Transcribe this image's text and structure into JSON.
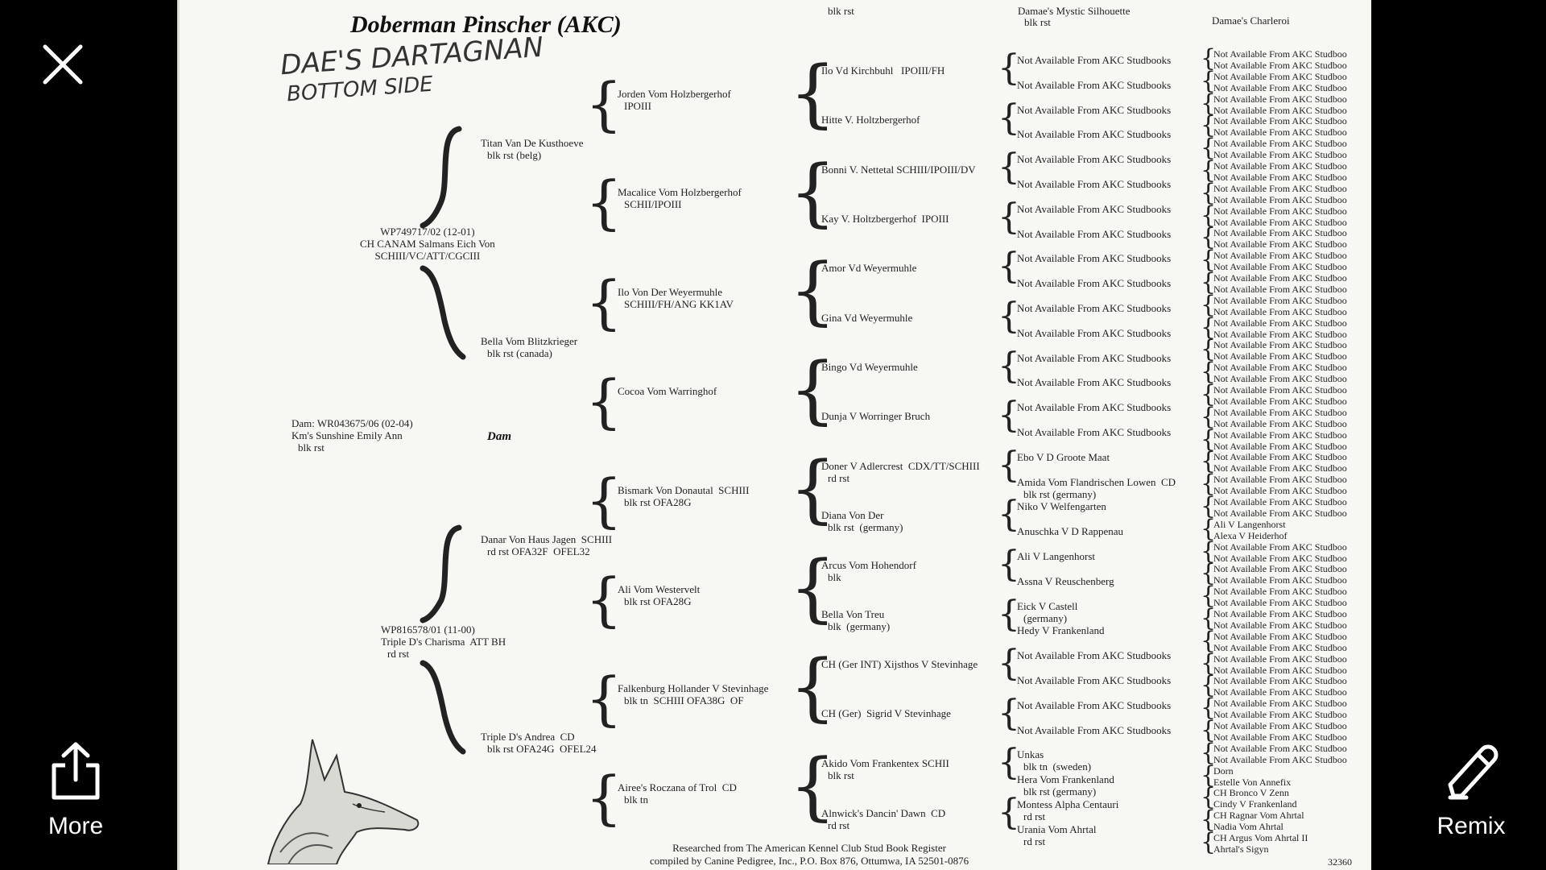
{
  "viewer": {
    "close_label": "Close",
    "more_label": "More",
    "remix_label": "Remix"
  },
  "document": {
    "title": "Doberman Pinscher  (AKC)",
    "handwritten_line1": "DAE'S DARTAGNAN",
    "handwritten_line2": "BOTTOM SIDE",
    "dam_label": "Dam",
    "top_cut_1": "blk rst",
    "top_cut_2": "Damae's Mystic Silhouette",
    "top_cut_3": "blk rst",
    "top_cut_4": "Damae's Charleroi",
    "dam": {
      "reg": "Dam: WR043675/06 (02-04)",
      "name": "Km's Sunshine Emily Ann",
      "color": "blk rst"
    },
    "gen1": [
      {
        "line1": "WP749717/02 (12-01)",
        "line2": "CH CANAM Salmans Eich Von",
        "line3": "SCHIII/VC/ATT/CGCIII"
      },
      {
        "line1": "WP816578/01 (11-00)",
        "line2": "Triple D's Charisma  ATT BH",
        "line3": "rd rst"
      }
    ],
    "gen2": [
      {
        "line1": "Titan Van De Kusthoeve",
        "line2": "blk rst (belg)"
      },
      {
        "line1": "Bella Vom Blitzkrieger",
        "line2": "blk rst (canada)"
      },
      {
        "line1": "Danar Von Haus Jagen  SCHIII",
        "line2": "rd rst OFA32F  OFEL32"
      },
      {
        "line1": "Triple D's Andrea  CD",
        "line2": "blk rst OFA24G  OFEL24"
      }
    ],
    "gen3": [
      {
        "line1": "Jorden Vom Holzbergerhof",
        "line2": "IPOIII"
      },
      {
        "line1": "Macalice Vom Holzbergerhof",
        "line2": "SCHII/IPOIII"
      },
      {
        "line1": "Ilo Von Der Weyermuhle",
        "line2": "SCHIII/FH/ANG KK1AV"
      },
      {
        "line1": "Cocoa Vom Warringhof",
        "line2": ""
      },
      {
        "line1": "Bismark Von Donautal  SCHIII",
        "line2": "blk rst OFA28G"
      },
      {
        "line1": "Ali Vom Westervelt",
        "line2": "blk rst OFA28G"
      },
      {
        "line1": "Falkenburg Hollander V Stevinhage",
        "line2": "blk tn  SCHIII OFA38G  OF"
      },
      {
        "line1": "Airee's Roczana of Trol  CD",
        "line2": "blk tn"
      }
    ],
    "gen4": [
      {
        "line1": "Ilo Vd Kirchbuhl   IPOIII/FH",
        "line2": ""
      },
      {
        "line1": "Hitte V. Holtzbergerhof",
        "line2": ""
      },
      {
        "line1": "Bonni V. Nettetal SCHIII/IPOIII/DV",
        "line2": ""
      },
      {
        "line1": "Kay V. Holtzbergerhof  IPOIII",
        "line2": ""
      },
      {
        "line1": "Amor Vd Weyermuhle",
        "line2": ""
      },
      {
        "line1": "Gina Vd Weyermuhle",
        "line2": ""
      },
      {
        "line1": "Bingo Vd Weyermuhle",
        "line2": ""
      },
      {
        "line1": "Dunja V Worringer Bruch",
        "line2": ""
      },
      {
        "line1": "Doner V Adlercrest  CDX/TT/SCHIII",
        "line2": "rd rst"
      },
      {
        "line1": "Diana Von Der",
        "line2": "blk rst  (germany)"
      },
      {
        "line1": "Arcus Vom Hohendorf",
        "line2": "blk"
      },
      {
        "line1": "Bella Von Treu",
        "line2": "blk  (germany)"
      },
      {
        "line1": "CH (Ger INT) Xijsthos V Stevinhage",
        "line2": ""
      },
      {
        "line1": "CH (Ger)  Sigrid V Stevinhage",
        "line2": ""
      },
      {
        "line1": "Akido Vom Frankentex SCHII",
        "line2": "blk rst"
      },
      {
        "line1": "Alnwick's Dancin' Dawn  CD",
        "line2": "rd rst"
      }
    ],
    "gen5": [
      {
        "line1": "Not Available From AKC Studbooks",
        "line2": ""
      },
      {
        "line1": "Not Available From AKC Studbooks",
        "line2": ""
      },
      {
        "line1": "Not Available From AKC Studbooks",
        "line2": ""
      },
      {
        "line1": "Not Available From AKC Studbooks",
        "line2": ""
      },
      {
        "line1": "Not Available From AKC Studbooks",
        "line2": ""
      },
      {
        "line1": "Not Available From AKC Studbooks",
        "line2": ""
      },
      {
        "line1": "Not Available From AKC Studbooks",
        "line2": ""
      },
      {
        "line1": "Not Available From AKC Studbooks",
        "line2": ""
      },
      {
        "line1": "Not Available From AKC Studbooks",
        "line2": ""
      },
      {
        "line1": "Not Available From AKC Studbooks",
        "line2": ""
      },
      {
        "line1": "Not Available From AKC Studbooks",
        "line2": ""
      },
      {
        "line1": "Not Available From AKC Studbooks",
        "line2": ""
      },
      {
        "line1": "Not Available From AKC Studbooks",
        "line2": ""
      },
      {
        "line1": "Not Available From AKC Studbooks",
        "line2": ""
      },
      {
        "line1": "Not Available From AKC Studbooks",
        "line2": ""
      },
      {
        "line1": "Not Available From AKC Studbooks",
        "line2": ""
      },
      {
        "line1": "Ebo V D Groote Maat",
        "line2": ""
      },
      {
        "line1": "Amida Vom Flandrischen Lowen  CD",
        "line2": "blk rst (germany)"
      },
      {
        "line1": "Niko V Welfengarten",
        "line2": ""
      },
      {
        "line1": "Anuschka V D Rappenau",
        "line2": ""
      },
      {
        "line1": "Ali V Langenhorst",
        "line2": ""
      },
      {
        "line1": "Assna V Reuschenberg",
        "line2": ""
      },
      {
        "line1": "Eick V Castell",
        "line2": "(germany)"
      },
      {
        "line1": "Hedy V Frankenland",
        "line2": ""
      },
      {
        "line1": "Not Available From AKC Studbooks",
        "line2": ""
      },
      {
        "line1": "Not Available From AKC Studbooks",
        "line2": ""
      },
      {
        "line1": "Not Available From AKC Studbooks",
        "line2": ""
      },
      {
        "line1": "Not Available From AKC Studbooks",
        "line2": ""
      },
      {
        "line1": "Unkas",
        "line2": "blk tn  (sweden)"
      },
      {
        "line1": "Hera Vom Frankenland",
        "line2": "blk rst (germany)"
      },
      {
        "line1": "Montess Alpha Centauri",
        "line2": "rd rst"
      },
      {
        "line1": "Urania Vom Ahrtal",
        "line2": "rd rst"
      }
    ],
    "gen6": [
      "Not Available From AKC Studboo",
      "Not Available From AKC Studboo",
      "Not Available From AKC Studboo",
      "Not Available From AKC Studboo",
      "Not Available From AKC Studboo",
      "Not Available From AKC Studboo",
      "Not Available From AKC Studboo",
      "Not Available From AKC Studboo",
      "Not Available From AKC Studboo",
      "Not Available From AKC Studboo",
      "Not Available From AKC Studboo",
      "Not Available From AKC Studboo",
      "Not Available From AKC Studboo",
      "Not Available From AKC Studboo",
      "Not Available From AKC Studboo",
      "Not Available From AKC Studboo",
      "Not Available From AKC Studboo",
      "Not Available From AKC Studboo",
      "Not Available From AKC Studboo",
      "Not Available From AKC Studboo",
      "Not Available From AKC Studboo",
      "Not Available From AKC Studboo",
      "Not Available From AKC Studboo",
      "Not Available From AKC Studboo",
      "Not Available From AKC Studboo",
      "Not Available From AKC Studboo",
      "Not Available From AKC Studboo",
      "Not Available From AKC Studboo",
      "Not Available From AKC Studboo",
      "Not Available From AKC Studboo",
      "Not Available From AKC Studboo",
      "Not Available From AKC Studboo",
      "Not Available From AKC Studboo",
      "Not Available From AKC Studboo",
      "Not Available From AKC Studboo",
      "Not Available From AKC Studboo",
      "Not Available From AKC Studboo",
      "Not Available From AKC Studboo",
      "Not Available From AKC Studboo",
      "Not Available From AKC Studboo",
      "Not Available From AKC Studboo",
      "Not Available From AKC Studboo",
      "Ali V Langenhorst",
      "Alexa V Heiderhof",
      "Not Available From AKC Studboo",
      "Not Available From AKC Studboo",
      "Not Available From AKC Studboo",
      "Not Available From AKC Studboo",
      "Not Available From AKC Studboo",
      "Not Available From AKC Studboo",
      "Not Available From AKC Studboo",
      "Not Available From AKC Studboo",
      "Not Available From AKC Studboo",
      "Not Available From AKC Studboo",
      "Not Available From AKC Studboo",
      "Not Available From AKC Studboo",
      "Not Available From AKC Studboo",
      "Not Available From AKC Studboo",
      "Not Available From AKC Studboo",
      "Not Available From AKC Studboo",
      "Not Available From AKC Studboo",
      "Not Available From AKC Studboo",
      "Not Available From AKC Studboo",
      "Not Available From AKC Studboo",
      "Dorn",
      "Estelle Von Annefix",
      "CH Bronco V Zenn",
      "Cindy V Frankenland",
      "CH Ragnar Vom Ahrtal",
      "Nadia Vom Ahrtal",
      "CH Argus Vom Ahrtal II",
      "Ahrtal's Sigyn"
    ],
    "footer_line1": "Researched from The American Kennel Club Stud Book Register",
    "footer_line2": "compiled by Canine Pedigree, Inc., P.O. Box 876, Ottumwa, IA 52501-0876",
    "doc_number": "32360"
  }
}
